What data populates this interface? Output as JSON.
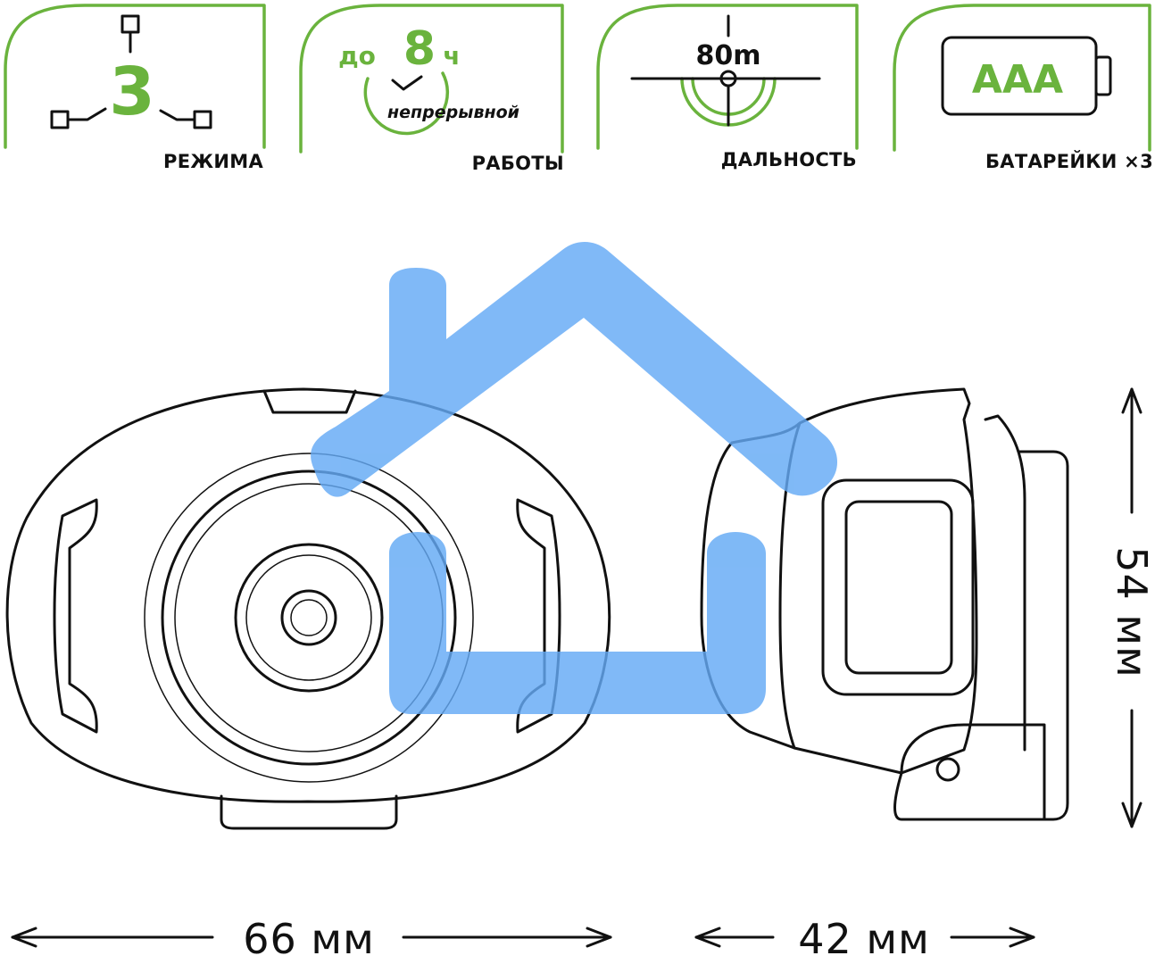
{
  "badges": [
    {
      "id": "modes",
      "big": "3",
      "label": "РЕЖИМА",
      "icon": "mode-switch-icon"
    },
    {
      "id": "runtime",
      "prefix": "до",
      "big": "8",
      "unit": "ч",
      "sub": "непрерывной",
      "label": "РАБОТЫ",
      "icon": "clock-icon"
    },
    {
      "id": "range",
      "big": "80m",
      "label": "ДАЛЬНОСТЬ",
      "icon": "crosshair-icon"
    },
    {
      "id": "battery",
      "big": "AAA",
      "label": "БАТАРЕЙКИ ×3",
      "icon": "battery-icon"
    }
  ],
  "dimensions": {
    "width": "66 мм",
    "depth": "42 мм",
    "height": "54 мм"
  },
  "colors": {
    "accent_green": "#6ab33d",
    "line_black": "#111111",
    "watermark_blue": "#64aaf5"
  },
  "icons": [
    "home-watermark-icon",
    "headlamp-front-view",
    "headlamp-side-view"
  ]
}
